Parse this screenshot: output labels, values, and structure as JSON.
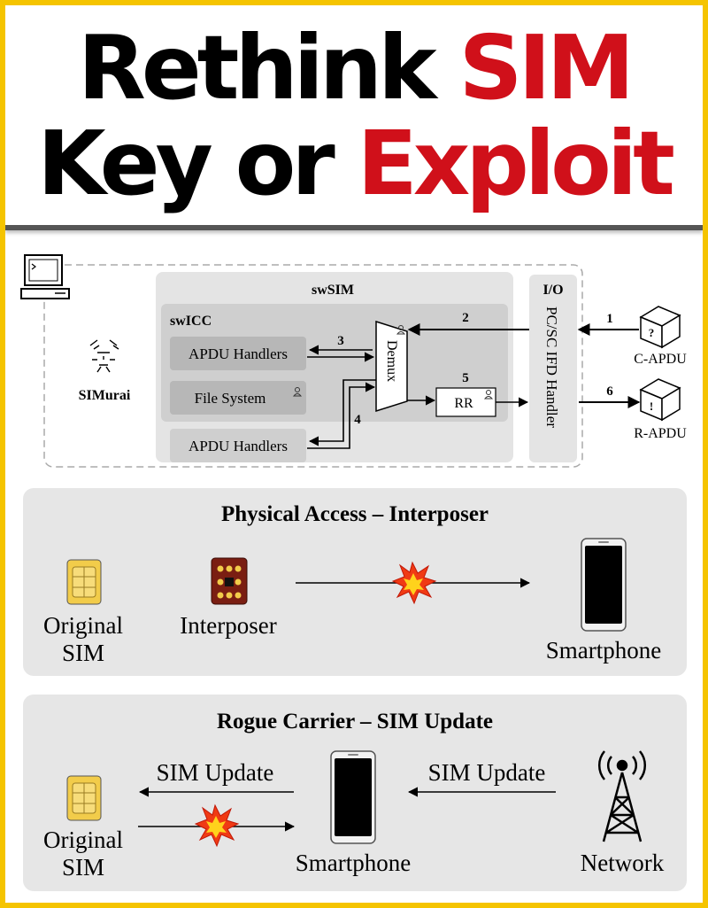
{
  "title": {
    "line1_black": "Rethink",
    "line1_red": "SIM",
    "line2_black": "Key or",
    "line2_red": "Exploit"
  },
  "architecture": {
    "simurai_label": "SIMurai",
    "swsim_label": "swSIM",
    "swicc_label": "swICC",
    "io_label": "I/O",
    "apdu_handlers_1": "APDU Handlers",
    "file_system": "File System",
    "apdu_handlers_2": "APDU Handlers",
    "demux": "Demux",
    "rr": "RR",
    "ifd_handler": "PC/SC IFD Handler",
    "c_apdu": "C-APDU",
    "r_apdu": "R-APDU",
    "step_labels": [
      "1",
      "2",
      "3",
      "4",
      "5",
      "6"
    ]
  },
  "physical_panel": {
    "title": "Physical Access – Interposer",
    "original_sim_line1": "Original",
    "original_sim_line2": "SIM",
    "interposer": "Interposer",
    "smartphone": "Smartphone"
  },
  "rogue_panel": {
    "title": "Rogue Carrier – SIM Update",
    "sim_update_left": "SIM Update",
    "sim_update_right": "SIM Update",
    "original_sim_line1": "Original",
    "original_sim_line2": "SIM",
    "smartphone": "Smartphone",
    "network": "Network"
  },
  "colors": {
    "border": "#f5c400",
    "accent_red": "#d0101a",
    "panel_gray": "#e6e6e6",
    "box_gray": "#cfcfcf",
    "sim_gold": "#f2cc4a",
    "interposer_dark": "#7a1e12"
  }
}
